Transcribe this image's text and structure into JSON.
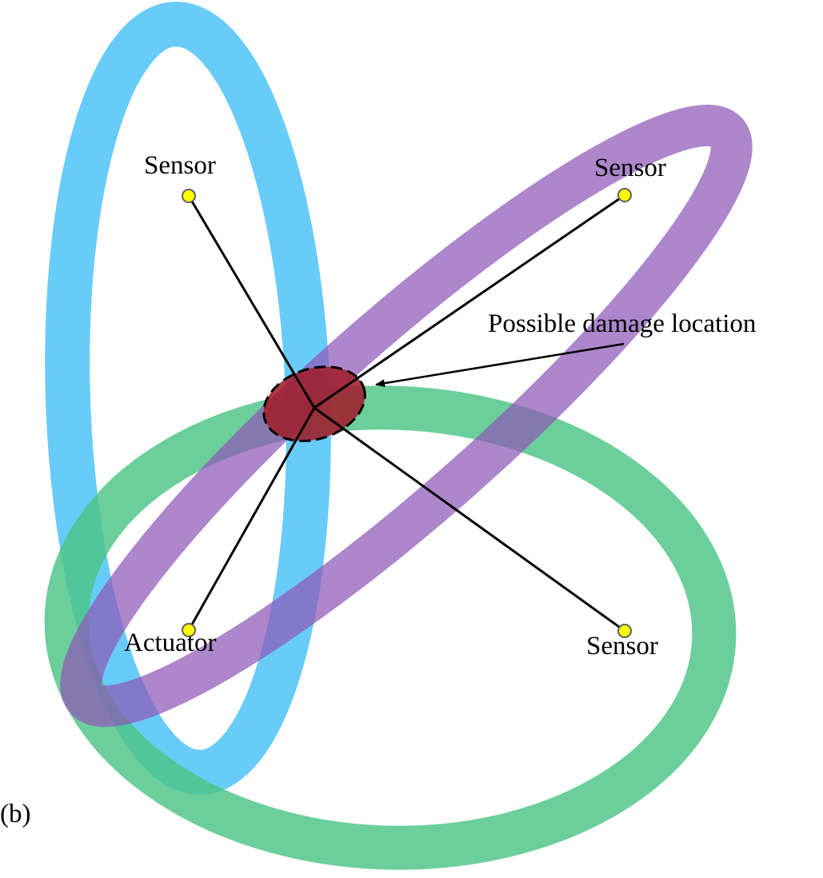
{
  "panel_label": "(b)",
  "annotation": {
    "text": "Possible damage location"
  },
  "nodes": {
    "sensor_top_left": {
      "label": "Sensor"
    },
    "sensor_top_right": {
      "label": "Sensor"
    },
    "sensor_bottom_right": {
      "label": "Sensor"
    },
    "actuator": {
      "label": "Actuator"
    }
  },
  "colors": {
    "ellipse_blue": "#4fc3f7",
    "ellipse_purple": "#8e58b7",
    "ellipse_green": "#4cc585",
    "damage_fill": "#a01e2c",
    "node_fill": "#ffff00",
    "node_stroke": "#606060",
    "line": "#000000"
  }
}
